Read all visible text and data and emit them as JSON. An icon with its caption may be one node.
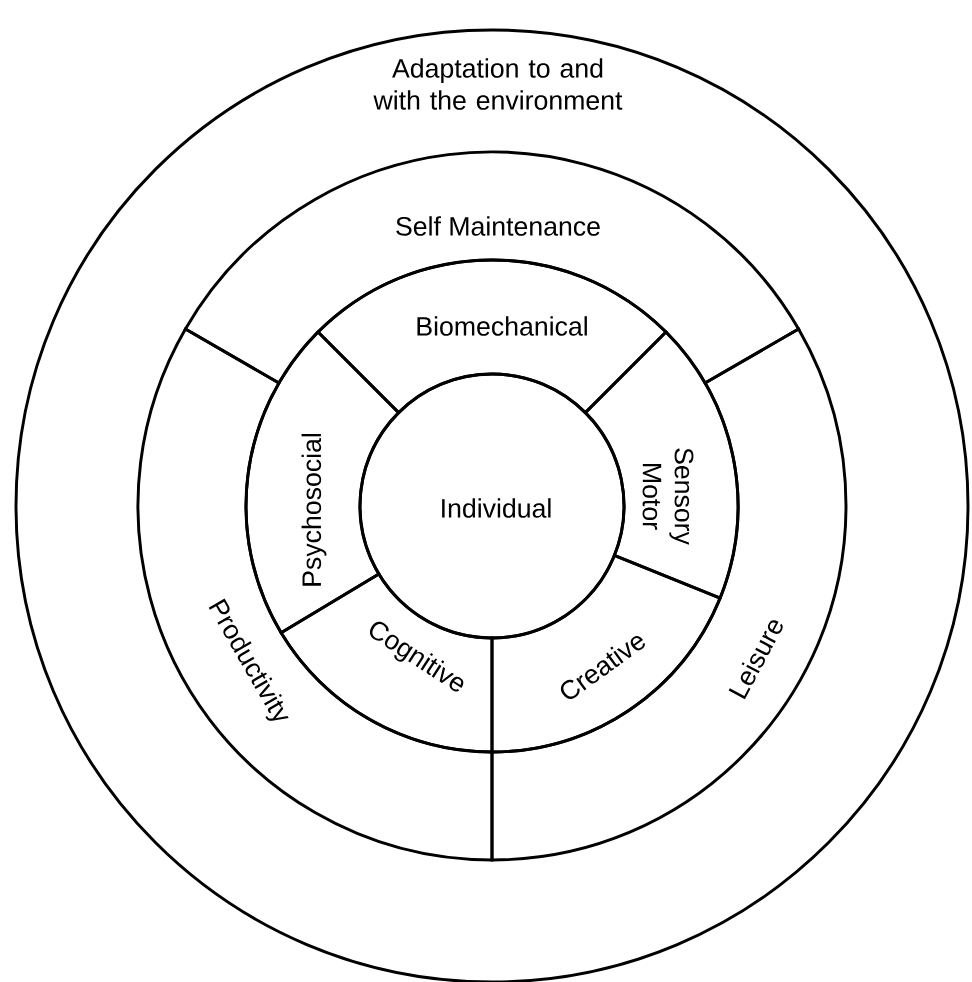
{
  "diagram": {
    "nodes": [
      {
        "text": [
          "Adaptation to and with the environment"
        ]
      },
      {
        "text": [
          "Self Maintenance"
        ],
        "in": 0
      },
      {
        "text": [
          "Biomechanical"
        ],
        "in": 0
      },
      {
        "text": [
          "Psychosocial"
        ],
        "in": 0
      },
      {
        "text": [
          "Individual"
        ],
        "in": 0
      },
      {
        "text": [
          "Sensory Motor"
        ],
        "in": 0
      },
      {
        "text": [
          "Productivity"
        ],
        "in": 0
      },
      {
        "text": [
          "Cognitive"
        ],
        "in": 0
      },
      {
        "text": [
          "Creative"
        ],
        "in": 0
      },
      {
        "text": [
          "Leisure"
        ],
        "in": 0
      }
    ]
  }
}
